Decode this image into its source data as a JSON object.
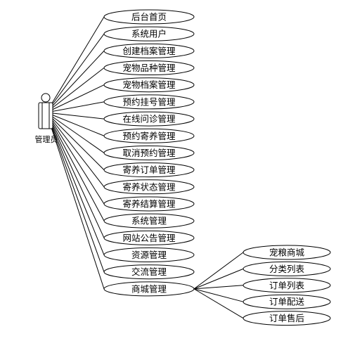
{
  "actor": {
    "label": "管理员",
    "icon": "person-icon"
  },
  "functions": [
    {
      "label": "后台首页"
    },
    {
      "label": "系统用户"
    },
    {
      "label": "创建档案管理"
    },
    {
      "label": "宠物品种管理"
    },
    {
      "label": "宠物档案管理"
    },
    {
      "label": "预约挂号管理"
    },
    {
      "label": "在线问诊管理"
    },
    {
      "label": "预约寄养管理"
    },
    {
      "label": "取消预约管理"
    },
    {
      "label": "寄养订单管理"
    },
    {
      "label": "寄养状态管理"
    },
    {
      "label": "寄养结算管理"
    },
    {
      "label": "系统管理"
    },
    {
      "label": "网站公告管理"
    },
    {
      "label": "资源管理"
    },
    {
      "label": "交流管理"
    },
    {
      "label": "商城管理"
    }
  ],
  "mall_sub": [
    {
      "label": "宠粮商城"
    },
    {
      "label": "分类列表"
    },
    {
      "label": "订单列表"
    },
    {
      "label": "订单配送"
    },
    {
      "label": "订单售后"
    }
  ]
}
